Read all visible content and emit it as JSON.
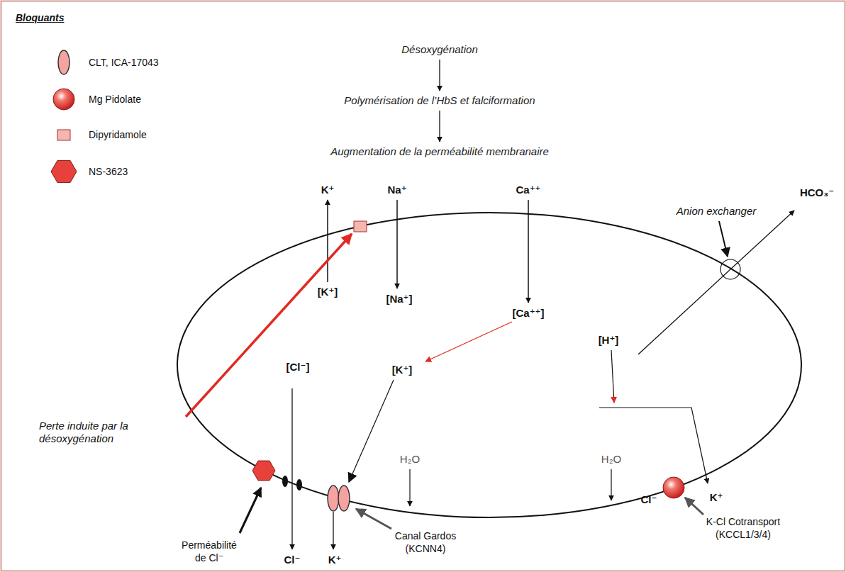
{
  "diagram": {
    "nodes": [
      {
        "text": [
          "Désoxygénation"
        ]
      },
      {
        "text": [
          "Polymérisation de l’HbS et falciformation"
        ]
      },
      {
        "text": [
          "Augmentation de la perméabilité membranaire"
        ]
      }
    ],
    "edges": [
      {
        "from": 0,
        "to": 1,
        "arrow": "to"
      },
      {
        "from": 1,
        "to": 2,
        "arrow": "to"
      }
    ],
    "labels": [
      "Bloquants",
      "K⁺",
      "Na⁺",
      "Ca⁺⁺",
      "Anion exchanger",
      "HCO₃⁻",
      "[K⁺]",
      "[Na⁺]",
      "[Ca⁺⁺]",
      "[H⁺]",
      "[Cl⁻]",
      "[K⁺]",
      "H₂O",
      "H₂O",
      "Perte induite par la désoxygénation",
      "Perméabilité de Cl⁻",
      "Cl⁻",
      "K⁺",
      "Canal Gardos (KCNN4)",
      "Cl⁻",
      "K⁺",
      "K-Cl Cotransport (KCCL1/3/4)"
    ],
    "legend": [
      {
        "text": "CLT, ICA-17043"
      },
      {
        "text": "Mg Pidolate"
      },
      {
        "text": "Dipyridamole"
      },
      {
        "text": "NS-3623"
      }
    ]
  }
}
